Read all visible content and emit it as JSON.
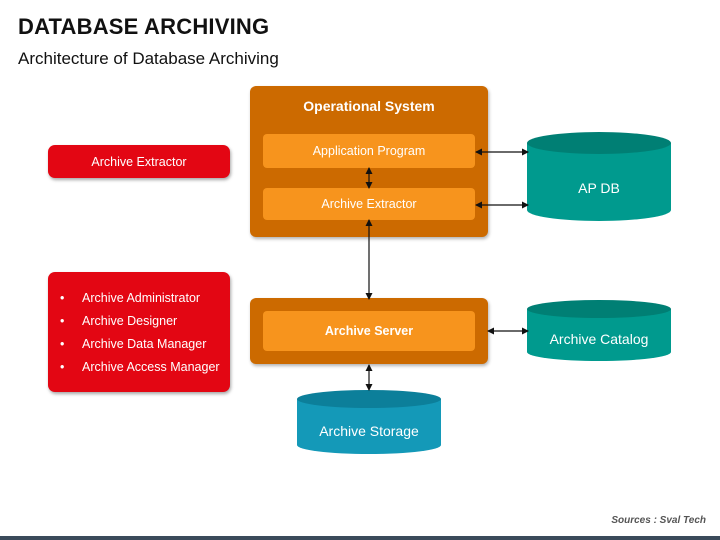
{
  "header": {
    "title": "DATABASE ARCHIVING",
    "subtitle": "Architecture of Database Archiving"
  },
  "left_panel": {
    "extractor_label": "Archive Extractor",
    "roles": [
      "Archive Administrator",
      "Archive Designer",
      "Archive Data Manager",
      "Archive Access Manager"
    ]
  },
  "operational_system": {
    "title": "Operational System",
    "application_program": "Application Program",
    "archive_extractor": "Archive Extractor"
  },
  "archive_server": {
    "label": "Archive Server"
  },
  "databases": {
    "ap_db": "AP DB",
    "archive_catalog": "Archive Catalog",
    "archive_storage": "Archive Storage"
  },
  "footer": {
    "source": "Sources : Sval Tech"
  },
  "colors": {
    "red": "#e30613",
    "orange_outer": "#cc6a00",
    "orange_inner": "#f7941d",
    "teal_body": "#009a8e",
    "teal_top": "#007f74",
    "blue_body": "#1499b8",
    "blue_top": "#0c7f9a"
  }
}
